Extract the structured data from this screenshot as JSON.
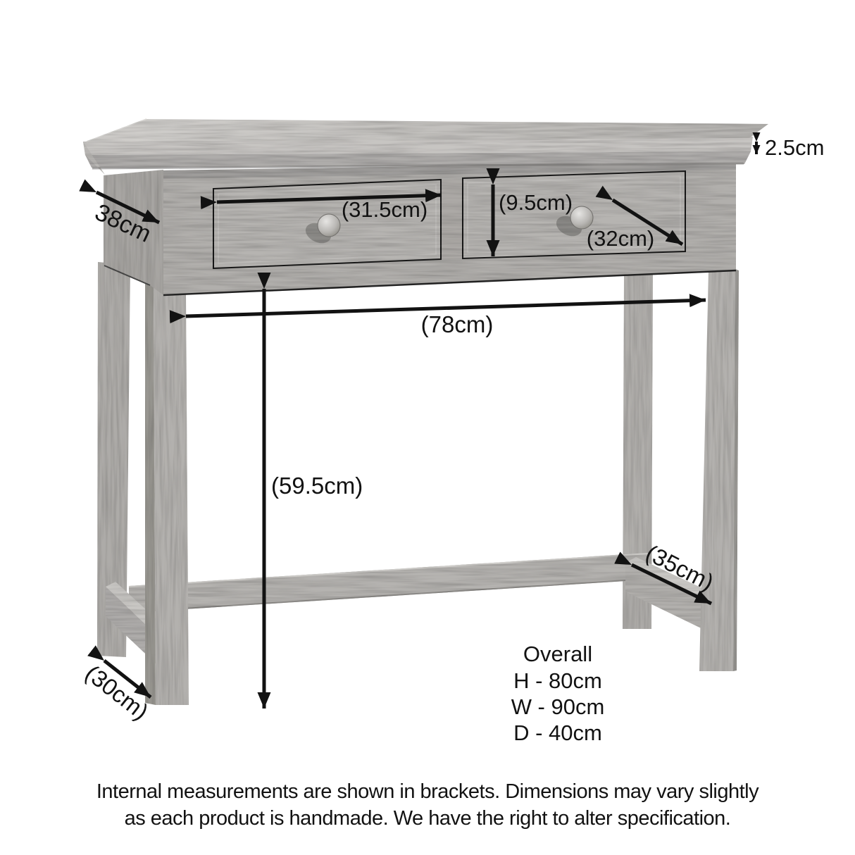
{
  "labels": {
    "top_thickness": "2.5cm",
    "side_depth": "38cm",
    "left_drawer_internal_width": "(31.5cm)",
    "drawer_internal_height": "(9.5cm)",
    "right_drawer_internal_width": "(32cm)",
    "internal_width": "(78cm)",
    "underframe_internal_height": "(59.5cm)",
    "stretcher_internal_depth": "(35cm)",
    "foot_internal_depth": "(30cm)"
  },
  "overall": {
    "title": "Overall",
    "height": "H - 80cm",
    "width": "W - 90cm",
    "depth": "D - 40cm"
  },
  "footer": {
    "line1": "Internal measurements are shown in brackets. Dimensions may vary slightly",
    "line2": "as each product is handmade. We have the right to alter specification."
  },
  "colors": {
    "background": "#ffffff",
    "wood_light": "#cccac7",
    "wood_mid": "#b3b1ae",
    "wood_dark": "#a19f9c",
    "line": "#121212"
  }
}
